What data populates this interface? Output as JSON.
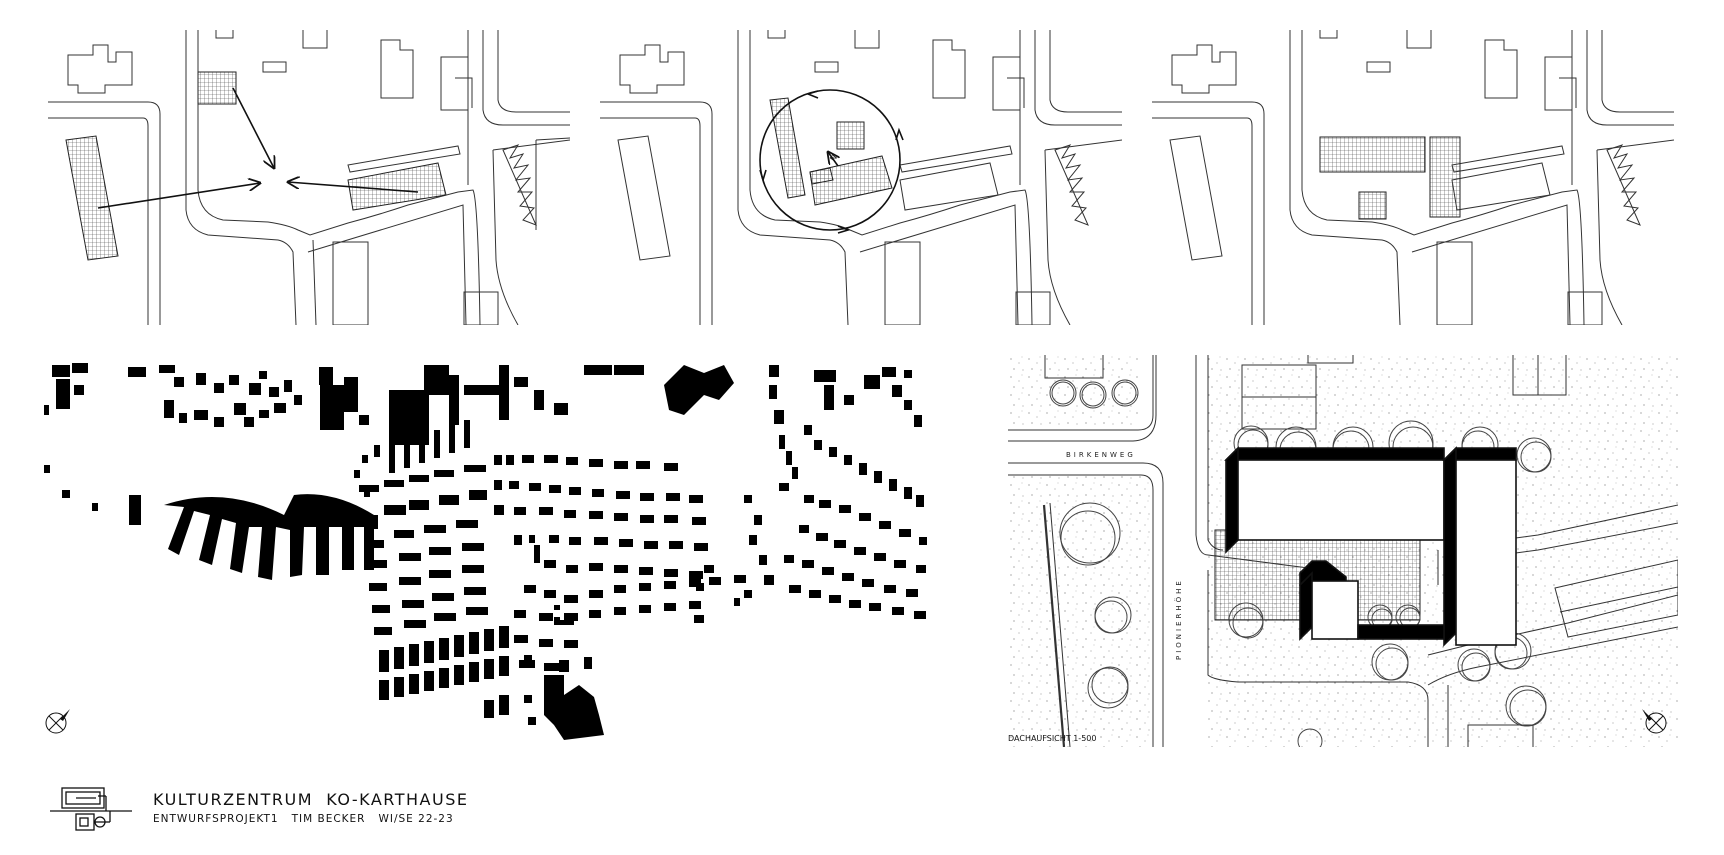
{
  "title_block": {
    "project_title": "KULTURZENTRUM  KO-KARTHAUSE",
    "project_subtitle": "ENTWURFSPROJEKT1   TIM BECKER   WI/SE 22-23"
  },
  "site_plan": {
    "street_1": "BIRKENWEG",
    "street_2": "PIONIERHÖHE",
    "scale_label": "DACHAUFSICHT 1-500"
  },
  "colors": {
    "ink": "#111111",
    "background": "#ffffff",
    "hatch": "#555555"
  },
  "icons": {
    "north_arrow": "north-arrow-icon",
    "logo": "project-logo-icon"
  }
}
